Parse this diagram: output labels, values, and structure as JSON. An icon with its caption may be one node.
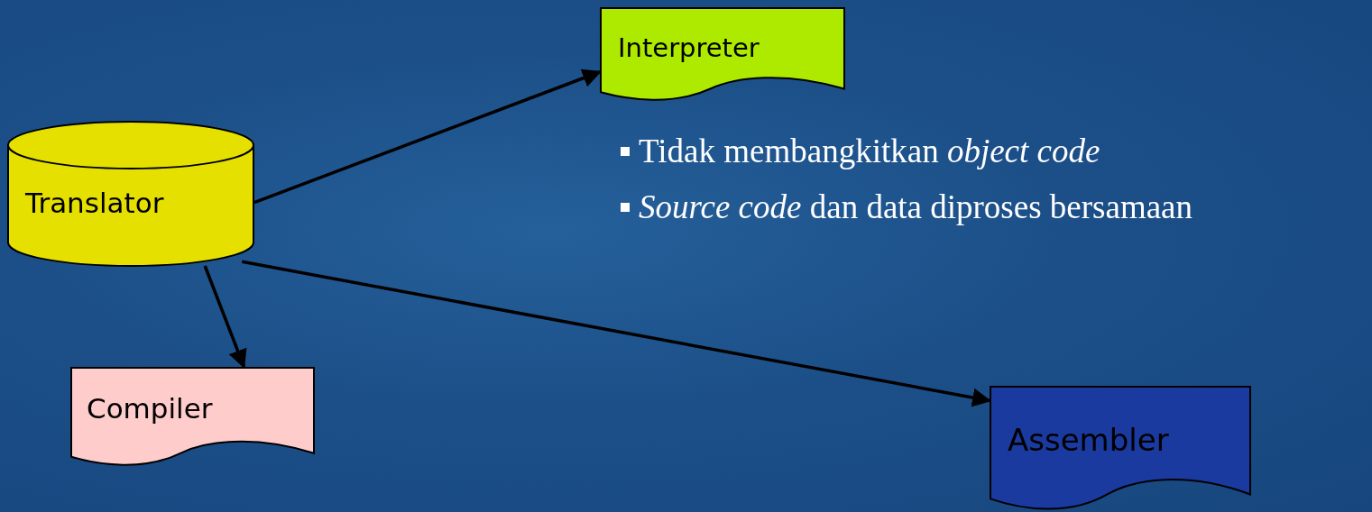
{
  "diagram": {
    "nodes": [
      {
        "text": [
          "Translator"
        ]
      },
      {
        "text": [
          "Interpreter"
        ]
      },
      {
        "text": [
          "Compiler"
        ]
      },
      {
        "text": [
          "Assembler"
        ]
      }
    ],
    "edges": [
      {
        "from": 0,
        "to": 1,
        "arrow": "to"
      },
      {
        "from": 0,
        "to": 2,
        "arrow": "to"
      },
      {
        "from": 0,
        "to": 3,
        "arrow": "to"
      }
    ],
    "labels": [
      "Tidak membangkitkan *object code*",
      "*Source code* dan data diproses bersamaan"
    ]
  }
}
